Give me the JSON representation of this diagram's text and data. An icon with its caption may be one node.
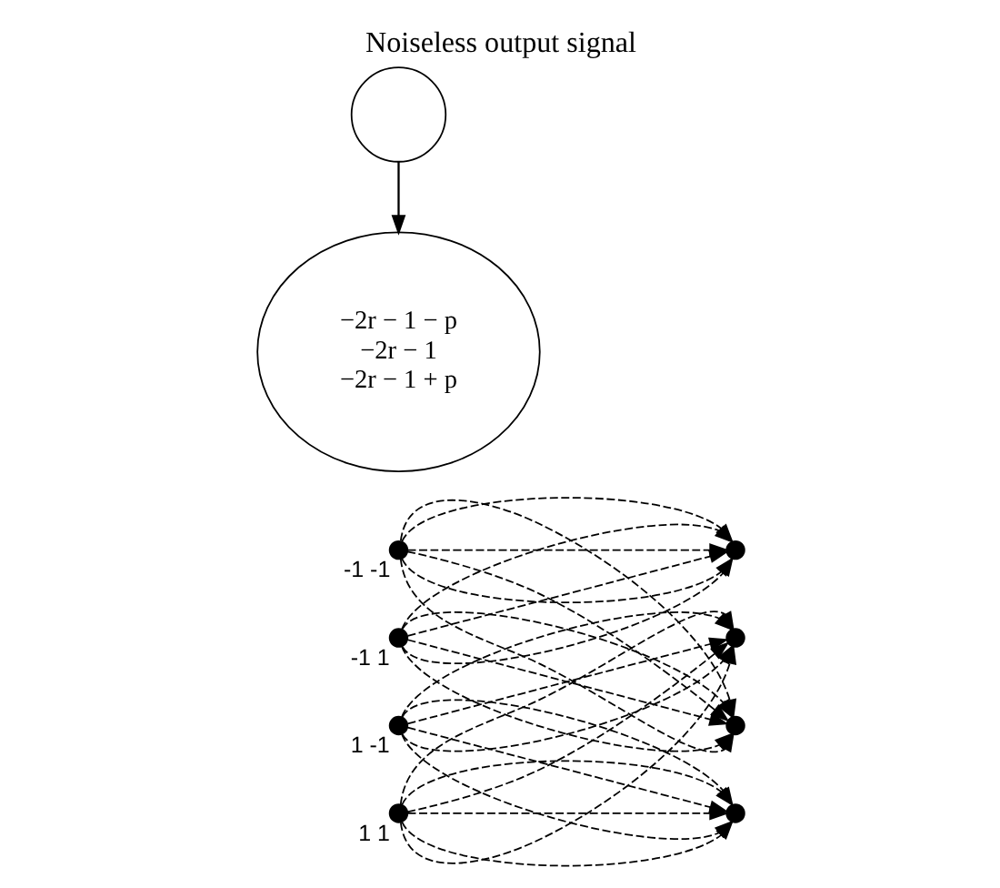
{
  "diagram": {
    "title": "Noiseless output signal",
    "nodes": [
      {
        "text": [],
        "shape": "circle",
        "beside": [
          "-1 -1"
        ]
      },
      {
        "text": [],
        "shape": "circle",
        "beside": [
          "-1 1"
        ]
      },
      {
        "text": [],
        "shape": "circle",
        "beside": [
          "1 -1"
        ]
      },
      {
        "text": [],
        "shape": "circle",
        "beside": [
          "1 1"
        ]
      },
      {
        "text": [],
        "shape": "circle"
      },
      {
        "text": [],
        "shape": "circle"
      },
      {
        "text": [],
        "shape": "circle"
      },
      {
        "text": [],
        "shape": "circle"
      },
      {
        "text": [],
        "shape": "circle"
      },
      {
        "text": [
          "−2r − 1 − p",
          "−2r − 1",
          "−2r − 1 + p"
        ]
      }
    ],
    "edges": [
      {
        "from": 0,
        "to": 4,
        "arrow": "to",
        "style": "dashed"
      },
      {
        "from": 0,
        "to": 4,
        "arrow": "to",
        "style": "dashed"
      },
      {
        "from": 0,
        "to": 4,
        "arrow": "to",
        "style": "dashed"
      },
      {
        "from": 0,
        "to": 6,
        "arrow": "to",
        "style": "dashed"
      },
      {
        "from": 0,
        "to": 6,
        "arrow": "to",
        "style": "dashed"
      },
      {
        "from": 0,
        "to": 6,
        "arrow": "to",
        "style": "dashed"
      },
      {
        "from": 1,
        "to": 4,
        "arrow": "to",
        "style": "dashed"
      },
      {
        "from": 1,
        "to": 4,
        "arrow": "to",
        "style": "dashed"
      },
      {
        "from": 1,
        "to": 4,
        "arrow": "to",
        "style": "dashed"
      },
      {
        "from": 1,
        "to": 6,
        "arrow": "to",
        "style": "dashed"
      },
      {
        "from": 1,
        "to": 6,
        "arrow": "to",
        "style": "dashed"
      },
      {
        "from": 1,
        "to": 6,
        "arrow": "to",
        "style": "dashed"
      },
      {
        "from": 2,
        "to": 5,
        "arrow": "to",
        "style": "dashed"
      },
      {
        "from": 2,
        "to": 5,
        "arrow": "to",
        "style": "dashed"
      },
      {
        "from": 2,
        "to": 5,
        "arrow": "to",
        "style": "dashed"
      },
      {
        "from": 2,
        "to": 7,
        "arrow": "to",
        "style": "dashed"
      },
      {
        "from": 2,
        "to": 7,
        "arrow": "to",
        "style": "dashed"
      },
      {
        "from": 2,
        "to": 7,
        "arrow": "to",
        "style": "dashed"
      },
      {
        "from": 3,
        "to": 5,
        "arrow": "to",
        "style": "dashed"
      },
      {
        "from": 3,
        "to": 5,
        "arrow": "to",
        "style": "dashed"
      },
      {
        "from": 3,
        "to": 5,
        "arrow": "to",
        "style": "dashed"
      },
      {
        "from": 3,
        "to": 7,
        "arrow": "to",
        "style": "dashed"
      },
      {
        "from": 3,
        "to": 7,
        "arrow": "to",
        "style": "dashed"
      },
      {
        "from": 3,
        "to": 7,
        "arrow": "to",
        "style": "dashed"
      },
      {
        "from": 8,
        "to": 9,
        "arrow": "to"
      }
    ]
  }
}
